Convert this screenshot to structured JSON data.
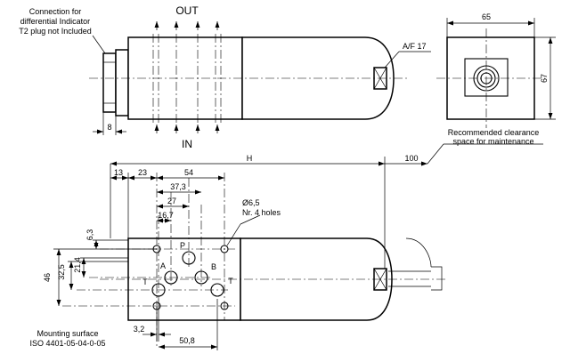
{
  "note_connection": [
    "Connection for",
    "differential Indicator",
    "T2 plug not Included"
  ],
  "label_out": "OUT",
  "label_in": "IN",
  "label_af": "A/F 17",
  "dim_8": "8",
  "dim_65": "65",
  "dim_67": "67",
  "note_clearance": [
    "Recommended clearance",
    "space for maintenance"
  ],
  "dim_h": "H",
  "dim_100": "100",
  "dim_13": "13",
  "dim_23": "23",
  "dim_54": "54",
  "dim_37_3": "37,3",
  "dim_27": "27",
  "dim_16_7": "16,7",
  "dim_6_5": "Ø6,5",
  "note_holes": "Nr. 4 holes",
  "dim_6_3": "6,3",
  "dim_46": "46",
  "dim_32_5": "32,5",
  "dim_21_4": "21,4",
  "port_p": "P",
  "port_a": "A",
  "port_b": "B",
  "port_t_left": "T",
  "port_t_right": "T",
  "dim_3_2": "3,2",
  "dim_50_8": "50,8",
  "note_mounting": [
    "Mounting surface",
    "ISO 4401-05-04-0-05"
  ]
}
